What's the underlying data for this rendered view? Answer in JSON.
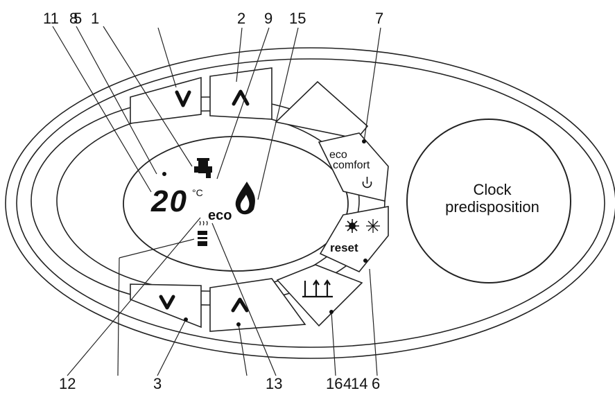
{
  "callouts_top": {
    "c11": "11",
    "c8": "8",
    "c5": "5",
    "c1": "1",
    "c2": "2",
    "c9": "9",
    "c15": "15",
    "c7": "7"
  },
  "callouts_bottom": {
    "c12": "12",
    "c3": "3",
    "c13": "13",
    "c16": "16",
    "c4": "4",
    "c14": "14",
    "c6": "6"
  },
  "display": {
    "temperature": "20",
    "unit": "°C",
    "eco_text": "eco"
  },
  "buttons": {
    "eco_label": "eco",
    "comfort_label": "comfort",
    "reset_label": "reset",
    "power_icon": "power-icon",
    "sun_icon": "sun-icon",
    "snowflake_icon": "snowflake-icon",
    "heating_icon": "radiator-icon",
    "dhw_down_icon": "chevron-down-icon",
    "dhw_up_icon": "chevron-up-icon",
    "ch_down_icon": "chevron-down-icon",
    "ch_up_icon": "chevron-up-icon"
  },
  "clock": {
    "line1": "Clock",
    "line2": "predisposition"
  }
}
